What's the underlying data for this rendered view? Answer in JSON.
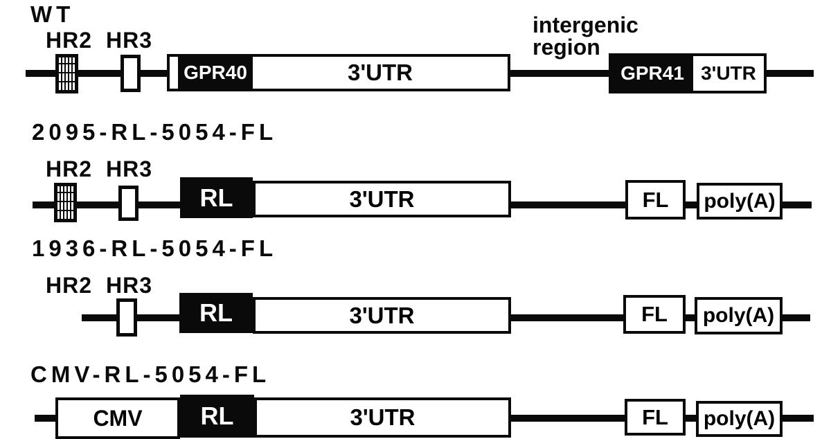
{
  "colors": {
    "ink": "#0a0a0a",
    "paper": "#ffffff"
  },
  "constructs": {
    "wt": {
      "title": "WT",
      "hr2_label": "HR2",
      "hr3_label": "HR3",
      "gpr40_label": "GPR40",
      "gpr40_utr_label": "3'UTR",
      "intergenic_line1": "intergenic",
      "intergenic_line2": "region",
      "gpr41_label": "GPR41",
      "gpr41_utr_label": "3'UTR"
    },
    "c2095": {
      "title": "2095-RL-5054-FL",
      "hr2_label": "HR2",
      "hr3_label": "HR3",
      "rl_label": "RL",
      "utr_label": "3'UTR",
      "fl_label": "FL",
      "polya_label": "poly(A)"
    },
    "c1936": {
      "title": "1936-RL-5054-FL",
      "hr2_label": "HR2",
      "hr3_label": "HR3",
      "rl_label": "RL",
      "utr_label": "3'UTR",
      "fl_label": "FL",
      "polya_label": "poly(A)"
    },
    "cmv": {
      "title": "CMV-RL-5054-FL",
      "cmv_label": "CMV",
      "rl_label": "RL",
      "utr_label": "3'UTR",
      "fl_label": "FL",
      "polya_label": "poly(A)"
    }
  }
}
